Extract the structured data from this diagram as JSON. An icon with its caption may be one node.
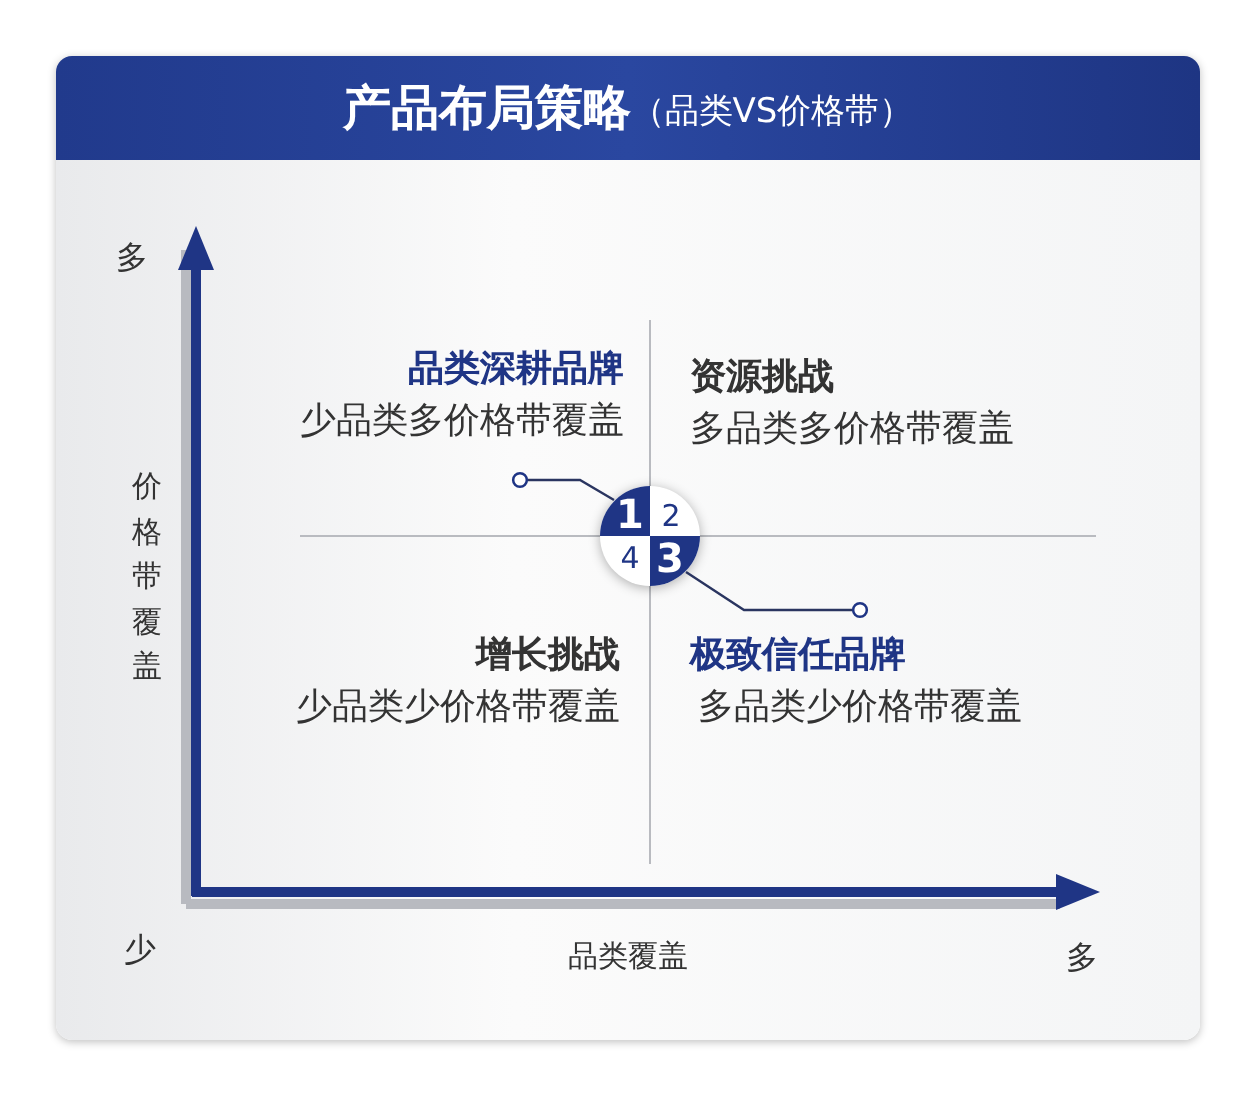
{
  "diagram": {
    "nodes": [
      {
        "text": [
          "产品布局策略",
          "（品类VS价格带）"
        ]
      },
      {
        "text": [
          "品类深耕品牌",
          "少品类多价格带覆盖"
        ]
      },
      {
        "text": [
          "极致信任品牌",
          "多品类少价格带覆盖"
        ]
      },
      {
        "text": [],
        "shape": "circle"
      },
      {
        "text": [
          "1"
        ],
        "in": 3
      },
      {
        "text": [
          "2"
        ],
        "in": 3
      },
      {
        "text": [
          "4"
        ],
        "in": 3
      },
      {
        "text": [
          "3"
        ],
        "in": 3
      }
    ],
    "edges": [
      {
        "from": 1,
        "to": 4,
        "arrow": "other"
      },
      {
        "from": 2,
        "to": 7,
        "arrow": "other"
      }
    ],
    "labels": [
      "多",
      "资源挑战",
      "多品类多价格带覆盖",
      "价格带覆盖",
      "增长挑战",
      "少品类少价格带覆盖",
      "少",
      "品类覆盖",
      "多"
    ]
  }
}
